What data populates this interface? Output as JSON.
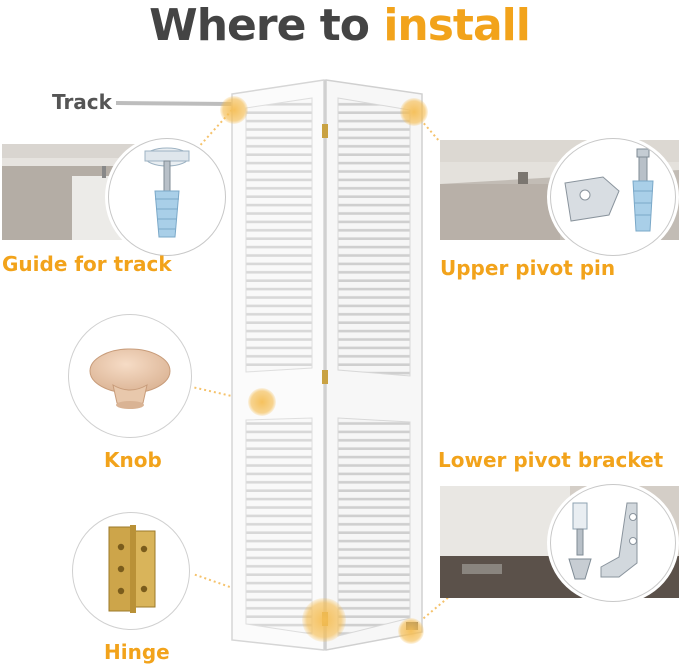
{
  "title": {
    "part1": "Where to",
    "part2": "install"
  },
  "labels": {
    "track": "Track",
    "guide": "Guide for track",
    "upper_pivot": "Upper pivot pin",
    "knob": "Knob",
    "lower_pivot": "Lower pivot bracket",
    "hinge": "Hinge"
  },
  "colors": {
    "accent": "#f2a31b",
    "title_dark": "#444444",
    "track_label": "#555555"
  },
  "icons": [
    "guide-pin-icon",
    "pivot-pin-icon",
    "knob-icon",
    "pivot-bracket-icon",
    "hinge-icon"
  ]
}
